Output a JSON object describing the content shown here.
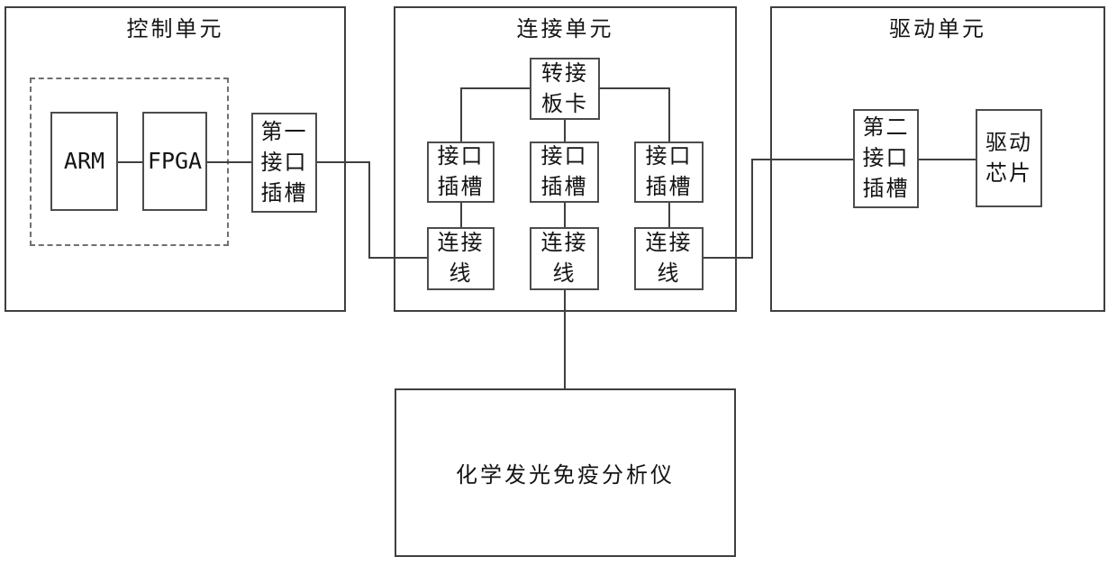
{
  "units": {
    "control": {
      "title": "控制单元"
    },
    "connection": {
      "title": "连接单元"
    },
    "drive": {
      "title": "驱动单元"
    }
  },
  "blocks": {
    "arm": "ARM",
    "fpga": "FPGA",
    "first_interface_slot": "第一\n接口\n插槽",
    "adapter_card": "转接\n板卡",
    "interface_slot": "接口\n插槽",
    "connection_wire": "连接\n线",
    "second_interface_slot": "第二\n接口\n插槽",
    "driver_chip": "驱动\n芯片",
    "analyzer": "化学发光免疫分析仪"
  },
  "colors": {
    "background": "#ffffff",
    "line": "#3f3f3f",
    "text": "#141414"
  }
}
